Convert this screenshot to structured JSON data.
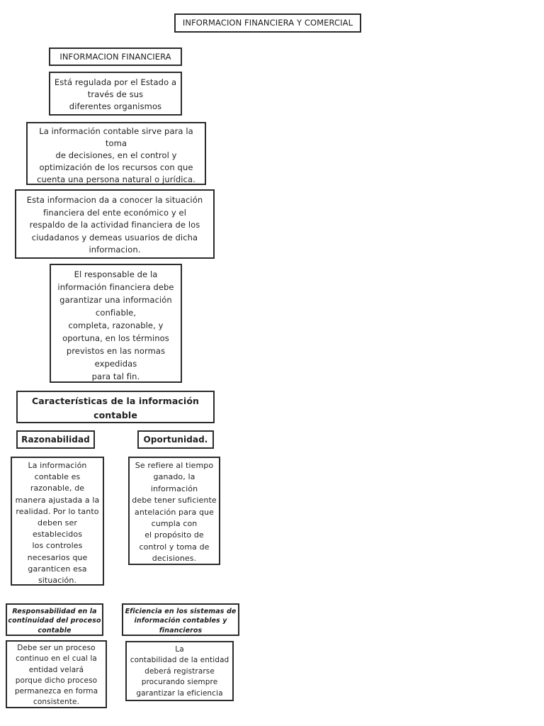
{
  "page": {
    "background_color": "#ffffff",
    "text_color": "#1f1f1f",
    "border_color": "#2b2b2b"
  },
  "boxes": {
    "main_title": "INFORMACION FINANCIERA Y COMERCIAL",
    "section_title": "INFORMACION FINANCIERA",
    "regulada": "Está regulada por el Estado a\ntravés de sus\ndiferentes organismos",
    "sirve": "La información contable sirve para la\ntoma\nde decisiones, en el control y\noptimización de los recursos con que\ncuenta una persona natural o jurídica.",
    "conocer": "Esta informacion da a conocer la situación\nfinanciera del ente económico y el\nrespaldo de la actividad financiera de los\nciudadanos y demeas usuarios de dicha\ninformacion.",
    "responsable": "El responsable de la\ninformación financiera debe\ngarantizar una información\nconfiable,\ncompleta, razonable, y\noportuna, en los términos\nprevistos en las normas\nexpedidas\npara tal fin.",
    "caracteristicas": "Características de la información\ncontable",
    "razonabilidad_title": "Razonabilidad",
    "oportunidad_title": "Oportunidad.",
    "razonabilidad_body": "La información\ncontable es\nrazonable, de\nmanera ajustada a la\nrealidad. Por lo tanto\ndeben ser\nestablecidos\nlos controles\nnecesarios que\ngaranticen esa\nsituación.",
    "oportunidad_body": "Se refiere al tiempo\nganado, la\ninformación\ndebe tener suficiente\nantelación para que\ncumpla con\nel propósito de\ncontrol y toma de\ndecisiones.",
    "responsabilidad_header": "Responsabilidad en la\ncontinuidad del proceso\ncontable",
    "eficiencia_header": "Eficiencia en los sistemas de\ninformación contables y\nfinancieros",
    "proceso_body": "Debe ser un proceso\ncontinuo en el cual la\nentidad velará\nporque dicho proceso\npermanezca en forma\nconsistente.",
    "contabilidad_body": "La\ncontabilidad de la entidad\ndeberá registrarse\nprocurando siempre\ngarantizar la eficiencia"
  }
}
